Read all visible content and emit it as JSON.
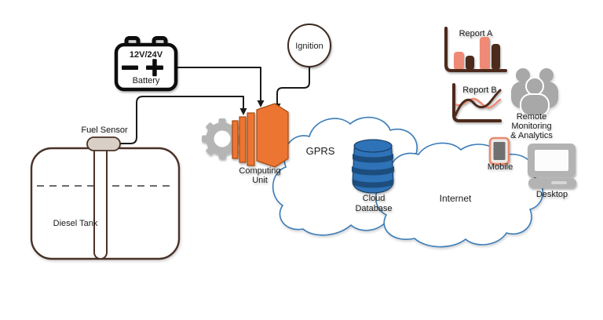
{
  "colors": {
    "unit_orange": "#ED7432",
    "unit_orange_edge": "#A34A12",
    "db_blue": "#2D72B8",
    "db_blue_dark": "#1D4E7D",
    "cloud_stroke": "#3A7CB8",
    "salmon": "#EF8A76",
    "dark_brown": "#4E2A1E",
    "tank_brown": "#4A3028",
    "people_gray": "#A8A8A8",
    "device_gray": "#B3B3B3",
    "mobile_border": "#E88A6E",
    "wire_black": "#1A1A1A"
  },
  "nodes": {
    "battery": {
      "voltage": "12V/24V",
      "label": "Battery"
    },
    "fuel_sensor": {
      "label": "Fuel Sensor"
    },
    "diesel_tank": {
      "label": "Diesel Tank"
    },
    "ignition": {
      "label": "Ignition"
    },
    "computing_unit": {
      "line1": "Computing",
      "line2": "Unit"
    },
    "gprs_cloud": {
      "label": "GPRS"
    },
    "cloud_database": {
      "line1": "Cloud",
      "line2": "Database"
    },
    "internet_cloud": {
      "label": "Internet"
    },
    "report_a": {
      "label": "Report A"
    },
    "report_b": {
      "label": "Report B"
    },
    "remote_monitoring": {
      "line1": "Remote",
      "line2": "Monitoring",
      "line3": "& Analytics"
    },
    "mobile": {
      "label": "Mobile"
    },
    "desktop": {
      "label": "Desktop"
    }
  }
}
